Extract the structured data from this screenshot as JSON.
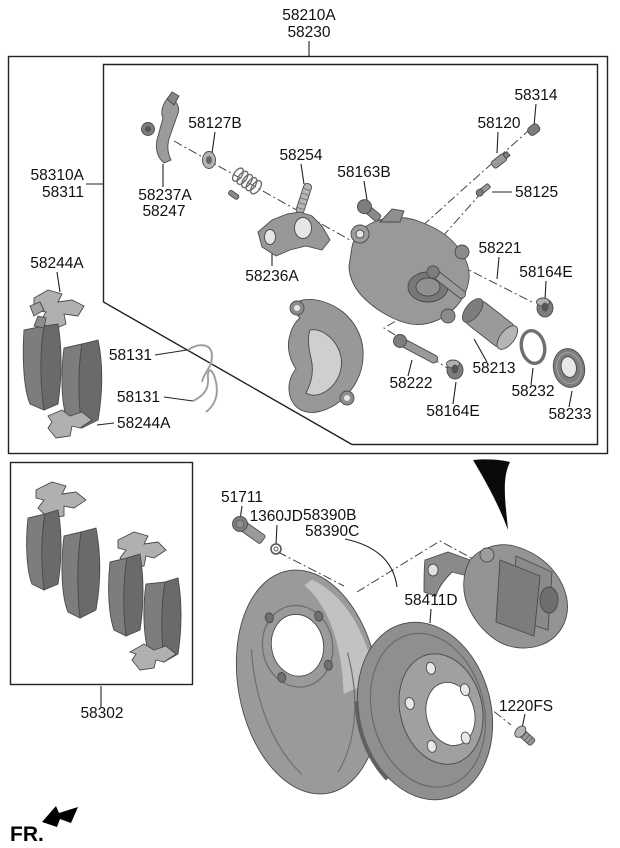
{
  "meta": {
    "description": "Exploded parts diagram of a rear brake caliper, pad kit and disc",
    "colors": {
      "background": "#ffffff",
      "line": "#222222",
      "part_base": "#989898",
      "part_dark": "#7d7d7d",
      "part_light": "#b5b5b5",
      "pad_friction": "#6a6a6a",
      "hose_black": "#0a0a0a"
    }
  },
  "title_callout": {
    "line1": "58210A",
    "line2": "58230"
  },
  "upper_section": {
    "callouts": {
      "caliper_kit": {
        "line1": "58310A",
        "line2": "58311"
      },
      "washer": "58127B",
      "lever": {
        "line1": "58237A",
        "line2": "58247"
      },
      "spring": "58254",
      "bolt": "58163B",
      "bleeder_screw": "58120",
      "cap": "58314",
      "screw": "58125",
      "bracket": "58236A",
      "guide_rod_upper": "58221",
      "bushing_upper": "58164E",
      "piston": "58213",
      "piston_seal": "58232",
      "piston_boot": "58233",
      "guide_rod_lower": "58222",
      "bushing_lower": "58164E",
      "pad_spring_upper": "58244A",
      "wear_line_upper": "58131",
      "wear_line_lower": "58131",
      "pad_spring_lower": "58244A"
    }
  },
  "lower_section": {
    "callouts": {
      "pad_kit": "58302",
      "mounting_bolt": "51711",
      "washer": "1360JD",
      "splash_shield_1": "58390B",
      "splash_shield_2": "58390C",
      "brake_disc": "58411D",
      "disc_screw": "1220FS"
    }
  },
  "footer": {
    "direction_label": "FR."
  }
}
